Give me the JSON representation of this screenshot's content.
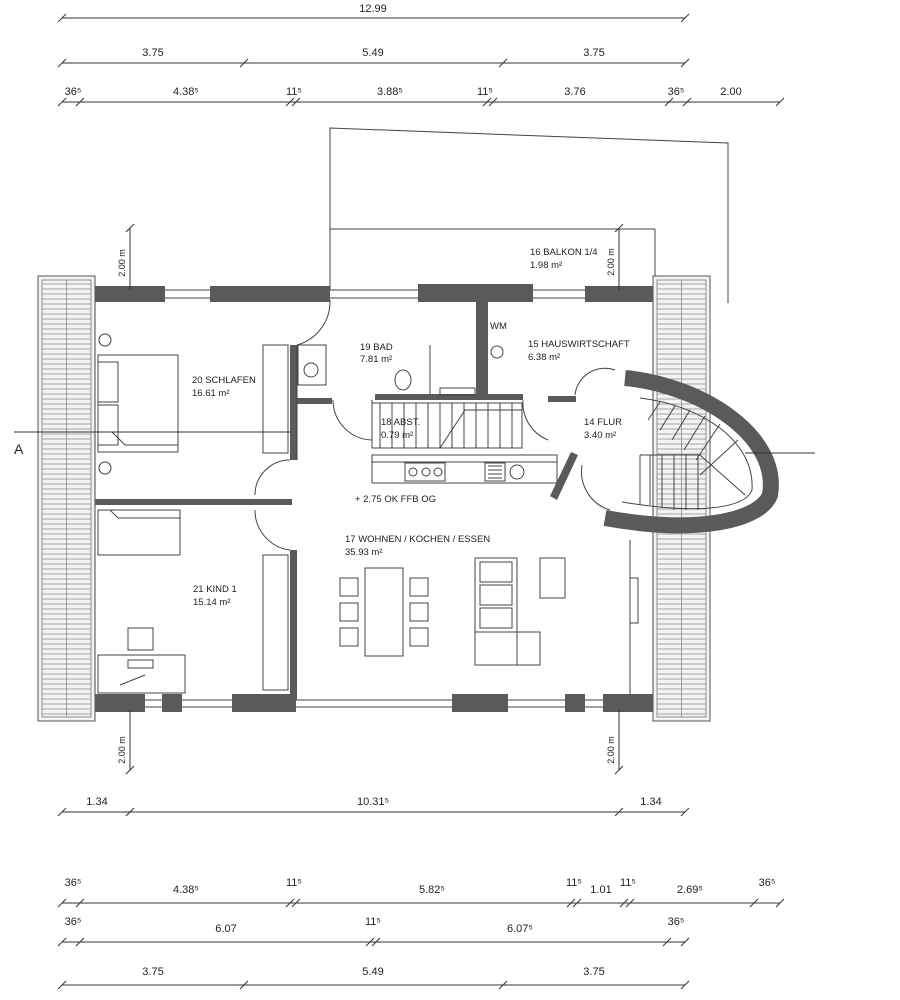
{
  "dimensions": {
    "top_row1": [
      "12.99"
    ],
    "top_row2": [
      "3.75",
      "5.49",
      "3.75"
    ],
    "top_row3": [
      "36⁵",
      "4.38⁵",
      "11⁵",
      "3.88⁵",
      "11⁵",
      "3.76",
      "36⁵",
      "2.00"
    ],
    "bottom_row1": [
      "1.34",
      "10.31⁵",
      "1.34"
    ],
    "bottom_row2": [
      "36⁵",
      "4.38⁵",
      "11⁵",
      "5.82⁵",
      "11⁵",
      "1.01",
      "11⁵",
      "2.69⁵",
      "36⁵"
    ],
    "bottom_row3": [
      "36⁵",
      "6.07",
      "11⁵",
      "6.07⁵",
      "36⁵"
    ],
    "bottom_row4": [
      "3.75",
      "5.49",
      "3.75"
    ]
  },
  "vertical_dims": {
    "top_left": "2.00 m",
    "top_right": "2.00 m",
    "bottom_left": "2.00 m",
    "bottom_right": "2.00 m"
  },
  "rooms": {
    "schlafen": {
      "name": "20 SCHLAFEN",
      "area": "16.61 m²"
    },
    "bad": {
      "name": "19 BAD",
      "area": "7.81 m²"
    },
    "wm": {
      "name": "WM"
    },
    "balkon": {
      "name": "16 BALKON 1/4",
      "area": "1.98 m²"
    },
    "hauswirtschaft": {
      "name": "15 HAUSWIRTSCHAFT",
      "area": "6.38 m²"
    },
    "abst": {
      "name": "18 ABST.",
      "area": "0.79 m²"
    },
    "flur": {
      "name": "14 FLUR",
      "area": "3.40 m²"
    },
    "wohnen": {
      "name": "17 WOHNEN / KOCHEN / ESSEN",
      "area": "35.93 m²"
    },
    "kind": {
      "name": "21 KIND 1",
      "area": "15.14 m²"
    }
  },
  "level_note": "+ 2.75 OK FFB OG",
  "section_marker": "A",
  "colors": {
    "wall": "#5a5a5a",
    "line": "#333333",
    "hatch": "#777777"
  }
}
